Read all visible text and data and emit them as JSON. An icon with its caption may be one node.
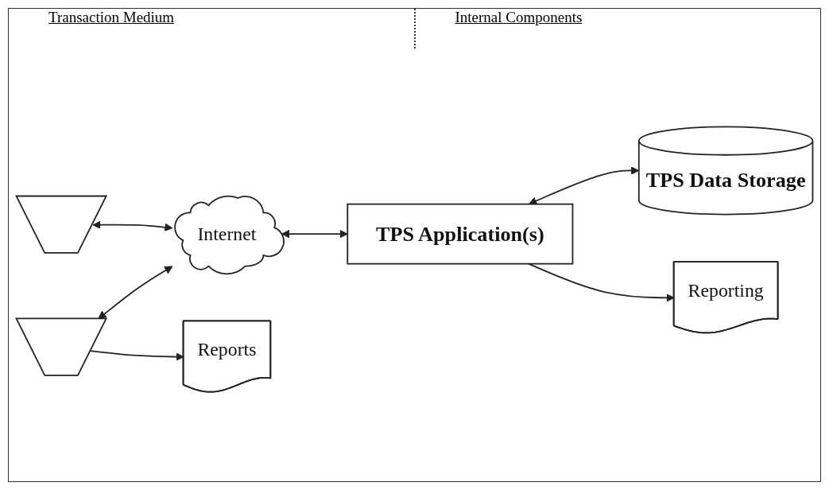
{
  "diagram": {
    "nodes": [
      {
        "text": [],
        "shape": "trapezoid"
      },
      {
        "text": [],
        "shape": "trapezoid"
      },
      {
        "text": [
          "Internet"
        ]
      },
      {
        "text": [
          "TPS Application(s)"
        ]
      },
      {
        "text": [
          "TPS Data Storage"
        ]
      },
      {
        "text": [
          "Reports"
        ]
      },
      {
        "text": [
          "Reporting"
        ]
      }
    ],
    "edges": [
      {
        "from": 0,
        "to": 2,
        "arrow": "both"
      },
      {
        "from": 1,
        "to": 2,
        "arrow": "both"
      },
      {
        "from": 2,
        "to": 3,
        "arrow": "both"
      },
      {
        "from": 3,
        "to": 4,
        "arrow": "both"
      },
      {
        "from": 1,
        "to": 5,
        "arrow": "to"
      },
      {
        "from": 3,
        "to": 6,
        "arrow": "to"
      }
    ],
    "labels": [
      "Transaction Medium",
      "Internal Components"
    ]
  }
}
